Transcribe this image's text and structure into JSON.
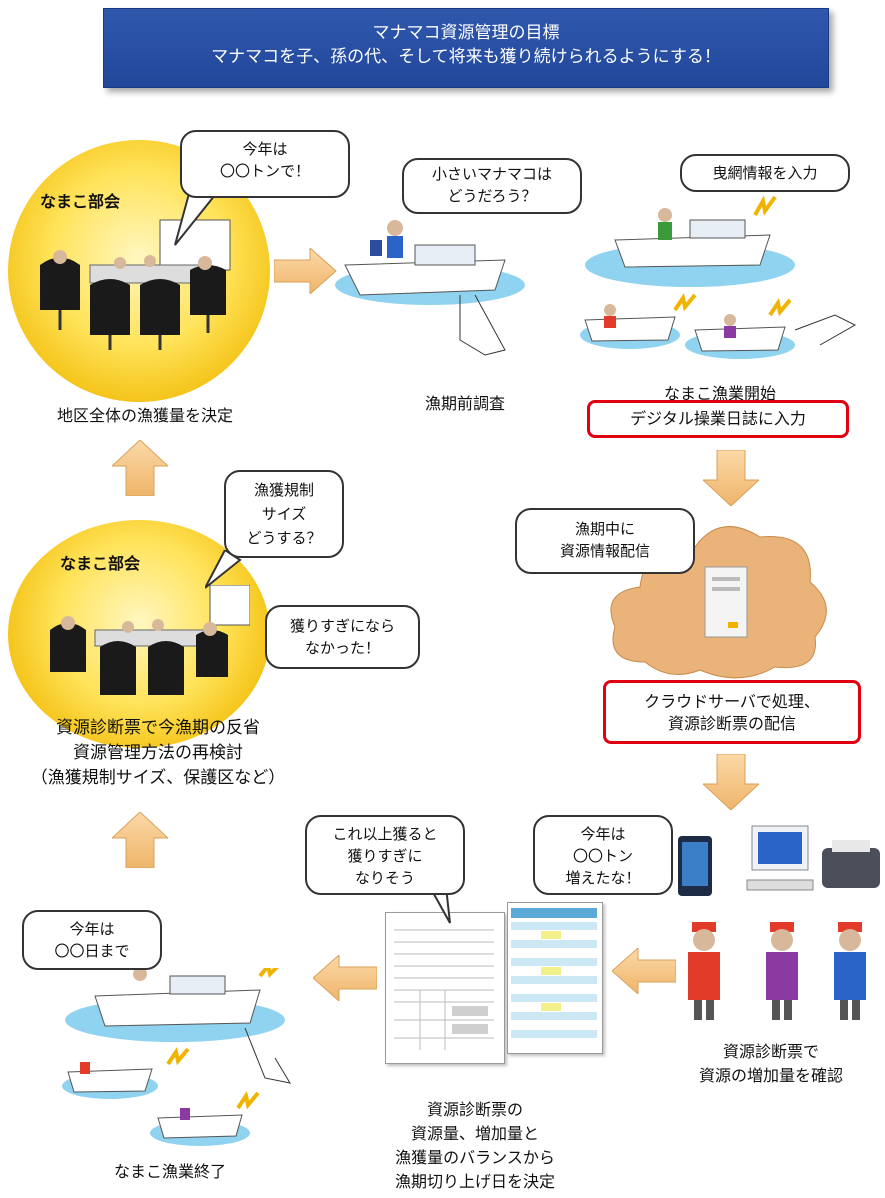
{
  "banner": {
    "line1": "マナマコ資源管理の目標",
    "line2": "マナマコを子、孫の代、そして将来も獲り続けられるようにする！"
  },
  "steps": {
    "decide": {
      "group_label": "なまこ部会",
      "bubble": [
        "今年は",
        "〇〇トンで！"
      ],
      "caption": "地区全体の漁獲量を決定"
    },
    "survey": {
      "bubble": [
        "小さいマナマコは",
        "どうだろう？"
      ],
      "caption": "漁期前調査"
    },
    "start": {
      "bubble": "曳網情報を入力",
      "caption": "なまこ漁業開始",
      "highlight": "デジタル操業日誌に入力"
    },
    "server": {
      "bubble": [
        "漁期中に",
        "資源情報配信"
      ],
      "highlight": [
        "クラウドサーバで処理、",
        "資源診断票の配信"
      ]
    },
    "confirm": {
      "bubble": [
        "今年は",
        "〇〇トン",
        "増えたな！"
      ],
      "caption": [
        "資源診断票で",
        "資源の増加量を確認"
      ]
    },
    "balance": {
      "bubble": [
        "これ以上獲ると",
        "獲りすぎに",
        "なりそう"
      ],
      "caption": [
        "資源診断票の",
        "資源量、増加量と",
        "漁獲量のバランスから",
        "漁期切り上げ日を決定"
      ]
    },
    "end": {
      "bubble": [
        "今年は",
        "〇〇日まで"
      ],
      "caption": "なまこ漁業終了"
    },
    "review": {
      "group_label": "なまこ部会",
      "bubble1": [
        "漁獲規制",
        "サイズ",
        "どうする？"
      ],
      "bubble2": [
        "獲りすぎになら",
        "なかった！"
      ],
      "caption": [
        "資源診断票で今漁期の反省",
        "資源管理方法の再検討",
        "（漁獲規制サイズ、保護区など）"
      ]
    }
  },
  "colors": {
    "banner": "#2a50a5",
    "arrow": "#f5c98c",
    "highlight": "#e00010",
    "circle": "#f5c518",
    "sea": "#8fd3f0"
  }
}
